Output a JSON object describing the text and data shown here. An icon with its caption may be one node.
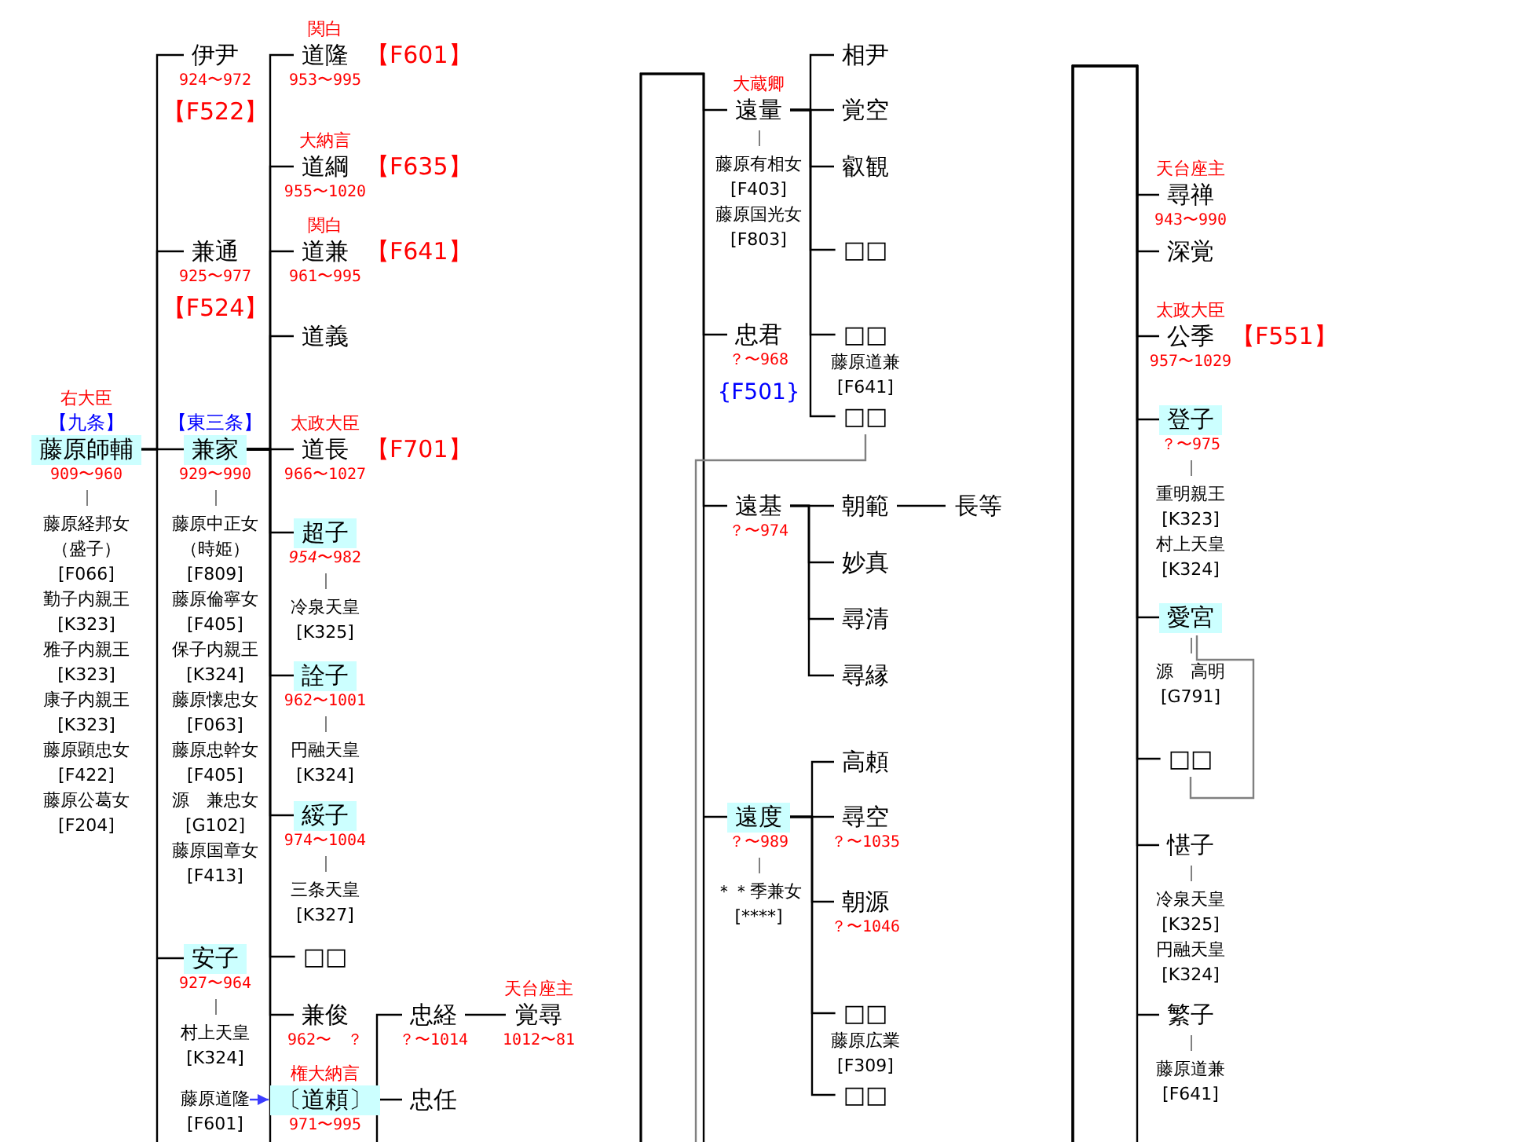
{
  "diagram": {
    "nodes": [
      {
        "text": [
          "右大臣",
          "【九条】",
          "藤原師輔",
          "909〜960"
        ],
        "beside": [
          "藤原経邦女",
          "（盛子）",
          "[F066]",
          "勤子内親王",
          "[K323]",
          "雅子内親王",
          "[K323]",
          "康子内親王",
          "[K323]",
          "藤原顕忠女",
          "[F422]",
          "藤原公葛女",
          "[F204]"
        ]
      },
      {
        "text": [
          "伊尹",
          "924〜972"
        ],
        "beside": [
          "【F522】"
        ]
      },
      {
        "text": [
          "兼通",
          "925〜977"
        ],
        "beside": [
          "【F524】"
        ]
      },
      {
        "text": [
          "【東三条】",
          "兼家",
          "929〜990"
        ],
        "beside": [
          "藤原中正女",
          "（時姫）",
          "[F809]",
          "藤原倫寧女",
          "[F405]",
          "保子内親王",
          "[K324]",
          "藤原懐忠女",
          "[F063]",
          "藤原忠幹女",
          "[F405]",
          "源　兼忠女",
          "[G102]",
          "藤原国章女",
          "[F413]"
        ]
      },
      {
        "text": [
          "安子",
          "927〜964"
        ],
        "beside": [
          "村上天皇",
          "[K324]"
        ]
      },
      {
        "text": [
          "藤原道隆",
          "[F601]"
        ]
      },
      {
        "text": [
          "関白",
          "道隆",
          "953〜995"
        ],
        "beside": [
          "【F601】"
        ]
      },
      {
        "text": [
          "大納言",
          "道綱",
          "955〜1020"
        ],
        "beside": [
          "【F635】"
        ]
      },
      {
        "text": [
          "関白",
          "道兼",
          "961〜995"
        ],
        "beside": [
          "【F641】"
        ]
      },
      {
        "text": [
          "道義"
        ]
      },
      {
        "text": [
          "太政大臣",
          "道長",
          "966〜1027"
        ],
        "beside": [
          "【F701】"
        ]
      },
      {
        "text": [
          "超子",
          "*954*〜982"
        ],
        "beside": [
          "冷泉天皇",
          "[K325]"
        ]
      },
      {
        "text": [
          "詮子",
          "962〜1001"
        ],
        "beside": [
          "円融天皇",
          "[K324]"
        ]
      },
      {
        "text": [
          "綏子",
          "974〜1004"
        ],
        "beside": [
          "三条天皇",
          "[K327]"
        ]
      },
      {
        "text": [
          "□□"
        ]
      },
      {
        "text": [
          "兼俊",
          "962〜　？"
        ]
      },
      {
        "text": [
          "権大納言",
          "〔道頼〕",
          "971〜995"
        ]
      },
      {
        "text": [
          "忠経",
          "？〜1014"
        ]
      },
      {
        "text": [
          "天台座主",
          "覚尋",
          "1012〜81"
        ]
      },
      {
        "text": [
          "忠任"
        ]
      },
      {
        "text": [
          "大蔵卿",
          "遠量"
        ],
        "beside": [
          "藤原有相女",
          "[F403]",
          "藤原国光女",
          "[F803]"
        ]
      },
      {
        "text": [
          "相尹"
        ]
      },
      {
        "text": [
          "覚空"
        ]
      },
      {
        "text": [
          "叡観"
        ]
      },
      {
        "text": [
          "□□"
        ]
      },
      {
        "text": [
          "忠君",
          "？〜968"
        ],
        "beside": [
          "{F501}"
        ]
      },
      {
        "text": [
          "□□"
        ],
        "beside": [
          "藤原道兼",
          "[F641]"
        ]
      },
      {
        "text": [
          "□□"
        ]
      },
      {
        "text": [
          "遠基",
          "？〜974"
        ]
      },
      {
        "text": [
          "朝範"
        ]
      },
      {
        "text": [
          "長等"
        ]
      },
      {
        "text": [
          "妙真"
        ]
      },
      {
        "text": [
          "尋清"
        ]
      },
      {
        "text": [
          "尋縁"
        ]
      },
      {
        "text": [
          "遠度",
          "？〜989"
        ],
        "beside": [
          "＊＊季兼女",
          "[****]"
        ]
      },
      {
        "text": [
          "高頼"
        ]
      },
      {
        "text": [
          "尋空",
          "？〜1035"
        ]
      },
      {
        "text": [
          "朝源",
          "？〜1046"
        ]
      },
      {
        "text": [
          "□□"
        ],
        "beside": [
          "藤原広業",
          "[F309]"
        ]
      },
      {
        "text": [
          "□□"
        ]
      },
      {
        "text": [
          "天台座主",
          "尋禅",
          "943〜990"
        ]
      },
      {
        "text": [
          "深覚"
        ]
      },
      {
        "text": [
          "太政大臣",
          "公季",
          "957〜1029"
        ],
        "beside": [
          "【F551】"
        ]
      },
      {
        "text": [
          "登子",
          "？〜975"
        ],
        "beside": [
          "重明親王",
          "[K323]",
          "村上天皇",
          "[K324]"
        ]
      },
      {
        "text": [
          "愛宮"
        ],
        "beside": [
          "源　高明",
          "[G791]"
        ]
      },
      {
        "text": [
          "□□"
        ]
      },
      {
        "text": [
          "愖子"
        ],
        "beside": [
          "冷泉天皇",
          "[K325]",
          "円融天皇",
          "[K324]"
        ]
      },
      {
        "text": [
          "繁子"
        ],
        "beside": [
          "藤原道兼",
          "[F641]"
        ]
      }
    ],
    "edges": [
      {
        "from": 0,
        "to": 1,
        "arrow": "none"
      },
      {
        "from": 0,
        "to": 2,
        "arrow": "none"
      },
      {
        "from": 0,
        "to": 3,
        "arrow": "none"
      },
      {
        "from": 0,
        "to": 4,
        "arrow": "none"
      },
      {
        "from": null,
        "to": 20,
        "arrow": "none"
      },
      {
        "from": null,
        "to": 25,
        "arrow": "none"
      },
      {
        "from": null,
        "to": 28,
        "arrow": "none"
      },
      {
        "from": null,
        "to": 34,
        "arrow": "none"
      },
      {
        "from": null,
        "to": 40,
        "arrow": "none"
      },
      {
        "from": null,
        "to": 41,
        "arrow": "none"
      },
      {
        "from": null,
        "to": 42,
        "arrow": "none"
      },
      {
        "from": null,
        "to": 43,
        "arrow": "none"
      },
      {
        "from": null,
        "to": 44,
        "arrow": "none"
      },
      {
        "from": null,
        "to": 45,
        "arrow": "none"
      },
      {
        "from": null,
        "to": 46,
        "arrow": "none"
      },
      {
        "from": null,
        "to": 47,
        "arrow": "none"
      },
      {
        "from": 3,
        "to": 6,
        "arrow": "none"
      },
      {
        "from": 3,
        "to": 7,
        "arrow": "none"
      },
      {
        "from": 3,
        "to": 8,
        "arrow": "none"
      },
      {
        "from": 3,
        "to": 9,
        "arrow": "none"
      },
      {
        "from": 3,
        "to": 10,
        "arrow": "none"
      },
      {
        "from": 3,
        "to": 11,
        "arrow": "none"
      },
      {
        "from": 3,
        "to": 12,
        "arrow": "none"
      },
      {
        "from": 3,
        "to": 13,
        "arrow": "none"
      },
      {
        "from": 3,
        "to": 14,
        "arrow": "none"
      },
      {
        "from": 3,
        "to": 15,
        "arrow": "none"
      },
      {
        "from": 3,
        "to": 16,
        "arrow": "none"
      },
      {
        "from": 5,
        "to": 16,
        "arrow": "to",
        "color": "#3c3cff"
      },
      {
        "from": 16,
        "to": 17,
        "arrow": "none"
      },
      {
        "from": 16,
        "to": 19,
        "arrow": "none"
      },
      {
        "from": 17,
        "to": 18,
        "arrow": "none"
      },
      {
        "from": 20,
        "to": 21,
        "arrow": "none"
      },
      {
        "from": 20,
        "to": 22,
        "arrow": "none"
      },
      {
        "from": 20,
        "to": 23,
        "arrow": "none"
      },
      {
        "from": 20,
        "to": 24,
        "arrow": "none"
      },
      {
        "from": 20,
        "to": 26,
        "arrow": "none"
      },
      {
        "from": 20,
        "to": 27,
        "arrow": "none"
      },
      {
        "from": 27,
        "to": null,
        "arrow": "none",
        "color": "#808080"
      },
      {
        "from": 28,
        "to": 29,
        "arrow": "none"
      },
      {
        "from": 28,
        "to": 31,
        "arrow": "none"
      },
      {
        "from": 28,
        "to": 32,
        "arrow": "none"
      },
      {
        "from": 28,
        "to": 33,
        "arrow": "none"
      },
      {
        "from": 29,
        "to": 30,
        "arrow": "none"
      },
      {
        "from": 34,
        "to": 35,
        "arrow": "none"
      },
      {
        "from": 34,
        "to": 36,
        "arrow": "none"
      },
      {
        "from": 34,
        "to": 37,
        "arrow": "none"
      },
      {
        "from": 34,
        "to": 38,
        "arrow": "none"
      },
      {
        "from": 34,
        "to": 39,
        "arrow": "none"
      },
      {
        "from": 44,
        "to": 45,
        "arrow": "none",
        "color": "#808080"
      }
    ]
  }
}
